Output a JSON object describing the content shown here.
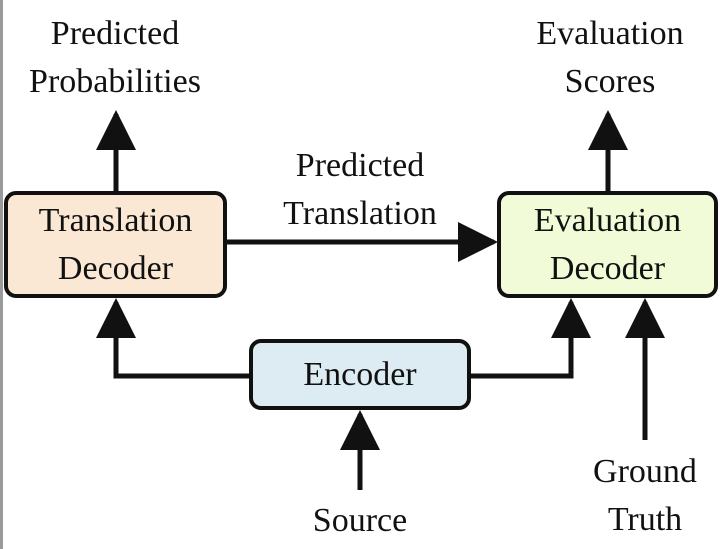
{
  "boxes": {
    "translation_decoder": [
      "Translation",
      "Decoder"
    ],
    "evaluation_decoder": [
      "Evaluation",
      "Decoder"
    ],
    "encoder": "Encoder"
  },
  "labels": {
    "predicted_probabilities": [
      "Predicted",
      "Probabilities"
    ],
    "evaluation_scores": [
      "Evaluation",
      "Scores"
    ],
    "predicted_translation": [
      "Predicted",
      "Translation"
    ],
    "source": "Source",
    "ground_truth": [
      "Ground",
      "Truth"
    ]
  },
  "colors": {
    "translation_decoder_fill": "#fbe8d4",
    "evaluation_decoder_fill": "#f2fbd8",
    "encoder_fill": "#dcecf2",
    "stroke": "#111111"
  }
}
